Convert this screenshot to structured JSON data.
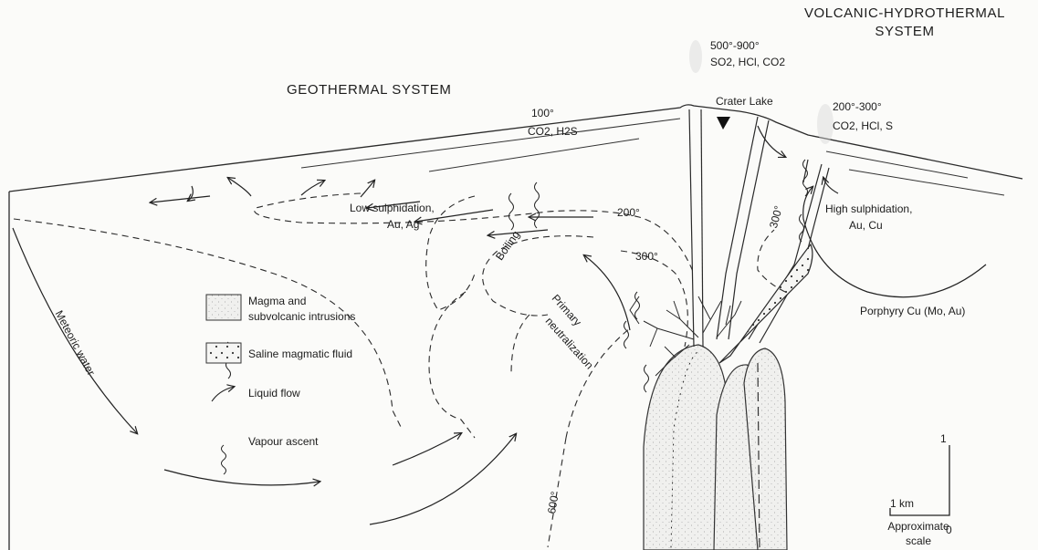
{
  "titles": {
    "geothermal": "GEOTHERMAL SYSTEM",
    "volcanic_line1": "VOLCANIC-HYDROTHERMAL",
    "volcanic_line2": "SYSTEM"
  },
  "gases": {
    "summit_temp": "500°-900°",
    "summit_gas": "SO2, HCl, CO2",
    "left_temp": "100°",
    "left_gas": "CO2, H2S",
    "right_temp": "200°-300°",
    "right_gas": "CO2, HCl, S"
  },
  "features": {
    "crater_lake": "Crater Lake",
    "low_sulph_1": "Low sulphidation,",
    "low_sulph_2": "Au, Ag",
    "high_sulph_1": "High sulphidation,",
    "high_sulph_2": "Au, Cu",
    "boiling": "Boiling",
    "primary_1": "Primary",
    "primary_2": "neutralization",
    "porphyry": "Porphyry Cu (Mo, Au)",
    "meteoric": "Meteoric water"
  },
  "isotherms": {
    "t200": "200°",
    "t300a": "300°",
    "t300b": "300°",
    "t600": "600°"
  },
  "legend": {
    "magma_1": "Magma and",
    "magma_2": "subvolcanic intrusions",
    "saline": "Saline magmatic fluid",
    "liquid": "Liquid flow",
    "vapour": "Vapour ascent"
  },
  "scale": {
    "one": "1",
    "km": "1 km",
    "zero": "0",
    "caption_1": "Approximate",
    "caption_2": "scale"
  }
}
